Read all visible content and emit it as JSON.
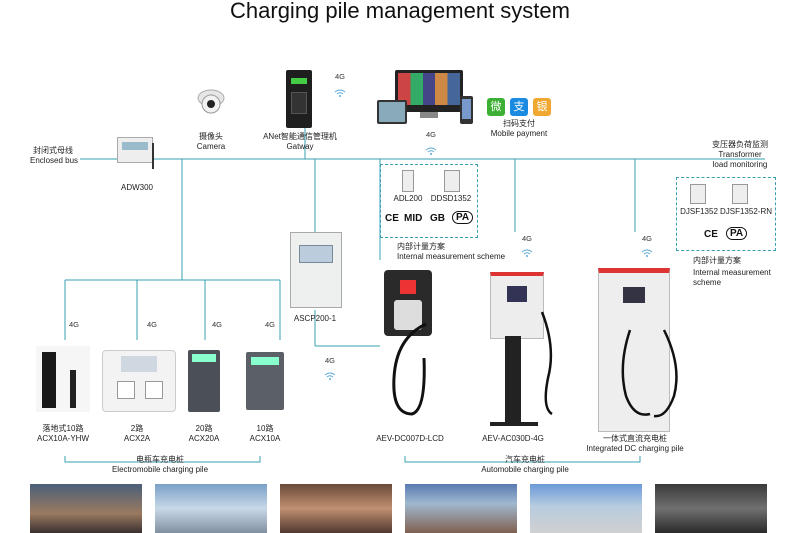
{
  "title": "Charging pile management system",
  "network": "4G",
  "labels": {
    "camera_cn": "摄像头",
    "camera_en": "Camera",
    "gateway_cn": "ANet智能通信管理机",
    "gateway_en": "Gatway",
    "pay_cn": "扫码支付",
    "pay_en": "Mobile payment",
    "bus_cn": "封闭式母线",
    "bus_en": "Enclosed bus",
    "adw": "ADW300",
    "transformer_cn": "变压器负荷监测",
    "transformer_en1": "Transformer",
    "transformer_en2": "load monitoring",
    "adl": "ADL200",
    "ddsd": "DDSD1352",
    "djsf1": "DJSF1352",
    "djsf2": "DJSF1352-RN",
    "ims_cn": "内部计量方案",
    "ims_en": "Internal measurement scheme",
    "ims2_en1": "Internal measurement",
    "ims2_en2": "scheme",
    "ascp": "ASCP200-1",
    "acx10a_yhw_cn": "落地式10路",
    "acx10a_yhw": "ACX10A-YHW",
    "acx2a_cn": "2路",
    "acx2a": "ACX2A",
    "acx20a_cn": "20路",
    "acx20a": "ACX20A",
    "acx10a_cn": "10路",
    "acx10a": "ACX10A",
    "dc007": "AEV-DC007D-LCD",
    "ac030": "AEV-AC030D-4G",
    "integrated_cn": "一体式直流充电桩",
    "integrated_en": "Integrated DC charging pile",
    "electro_cn": "电瓶车充电桩",
    "electro_en": "Electromobile charging pile",
    "auto_cn": "汽车充电桩",
    "auto_en": "Automobile charging pile"
  },
  "certs": {
    "ce": "CE",
    "mid": "MID",
    "gb": "GB",
    "pa": "PA"
  },
  "pay_icons": {
    "wechat": "微",
    "alipay": "支",
    "unionpay": "银"
  },
  "colors": {
    "line": "#3aa0b0",
    "wifi": "#5aa8d8",
    "photo_sky": "#6d8fb5"
  }
}
